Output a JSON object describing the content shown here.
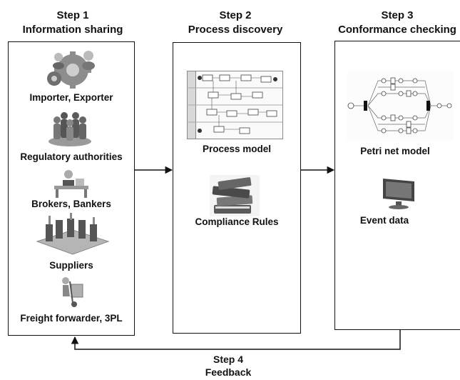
{
  "steps": [
    {
      "step": "Step 1",
      "title": "Information sharing"
    },
    {
      "step": "Step 2",
      "title": "Process discovery"
    },
    {
      "step": "Step 3",
      "title": "Conformance checking"
    },
    {
      "step": "Step 4",
      "title": "Feedback"
    }
  ],
  "step1_items": [
    {
      "label": "Importer, Exporter",
      "icon": "gears-people-icon"
    },
    {
      "label": "Regulatory authorities",
      "icon": "people-group-icon"
    },
    {
      "label": "Brokers, Bankers",
      "icon": "desk-worker-icon"
    },
    {
      "label": "Suppliers",
      "icon": "factory-icon"
    },
    {
      "label": "Freight forwarder, 3PL",
      "icon": "hand-truck-icon"
    }
  ],
  "step2_items": [
    {
      "label": "Process model",
      "icon": "bpmn-diagram-icon"
    },
    {
      "label": "Compliance Rules",
      "icon": "books-icon"
    }
  ],
  "step3_items": [
    {
      "label": "Petri net model",
      "icon": "petri-net-icon"
    },
    {
      "label": "Event data",
      "icon": "computer-monitor-icon"
    }
  ]
}
